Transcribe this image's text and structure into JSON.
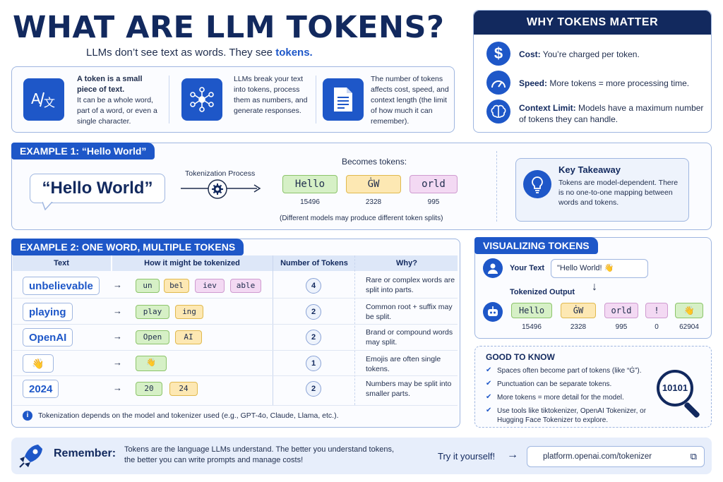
{
  "title": "WHAT ARE LLM TOKENS?",
  "subtitle": {
    "before": "LLMs don’t see text as words. They see ",
    "highlight": "tokens."
  },
  "intro": [
    {
      "icon": "translate-icon",
      "head": "A token is a small piece of text.",
      "body": "It can be a whole word, part of a word, or even a single character."
    },
    {
      "icon": "network-icon",
      "head": "",
      "body": "LLMs break your text into tokens, process them as numbers, and generate responses."
    },
    {
      "icon": "document-icon",
      "head": "",
      "body": "The number of tokens affects cost, speed, and context length (the limit of how much it can remember)."
    }
  ],
  "why": {
    "title": "WHY TOKENS MATTER",
    "items": [
      {
        "icon": "dollar-icon",
        "label": "Cost:",
        "text": "You’re charged per token."
      },
      {
        "icon": "speedometer-icon",
        "label": "Speed:",
        "text": "More tokens = more processing time."
      },
      {
        "icon": "brain-icon",
        "label": "Context Limit:",
        "text": "Models have a maximum number of tokens they can handle."
      }
    ]
  },
  "example1": {
    "tag": "EXAMPLE 1: “Hello World”",
    "input": "“Hello World”",
    "process_label": "Tokenization Process",
    "becomes": "Becomes tokens:",
    "tokens": [
      {
        "text": "Hello",
        "id": "15496",
        "color": "green"
      },
      {
        "text": "ĠW",
        "id": "2328",
        "color": "yellow"
      },
      {
        "text": "orld",
        "id": "995",
        "color": "pink"
      }
    ],
    "note": "(Different models may produce different token splits)",
    "takeaway_title": "Key Takeaway",
    "takeaway_text": "Tokens are model-dependent. There is no one-to-one mapping between words and tokens."
  },
  "example2": {
    "tag": "EXAMPLE 2: ONE WORD, MULTIPLE TOKENS",
    "headers": [
      "Text",
      "How it might be tokenized",
      "Number of Tokens",
      "Why?"
    ],
    "rows": [
      {
        "text": "unbelievable",
        "tokens": [
          "un",
          "bel",
          "iev",
          "able"
        ],
        "count": "4",
        "why": "Rare or complex words are split into parts."
      },
      {
        "text": "playing",
        "tokens": [
          "play",
          "ing"
        ],
        "count": "2",
        "why": "Common root + suffix may be split."
      },
      {
        "text": "OpenAI",
        "tokens": [
          "Open",
          "AI"
        ],
        "count": "2",
        "why": "Brand or compound words may split."
      },
      {
        "text": "👋",
        "tokens": [
          "👋"
        ],
        "count": "1",
        "why": "Emojis are often single tokens."
      },
      {
        "text": "2024",
        "tokens": [
          "20",
          "24"
        ],
        "count": "2",
        "why": "Numbers may be split into smaller parts."
      }
    ],
    "footnote": "Tokenization depends on the model and tokenizer used (e.g., GPT-4o, Claude, Llama, etc.)."
  },
  "visualizing": {
    "tag": "VISUALIZING TOKENS",
    "your_text_label": "Your Text",
    "your_text": "\"Hello World! 👋",
    "output_label": "Tokenized Output",
    "tokens": [
      {
        "text": "Hello",
        "id": "15496"
      },
      {
        "text": "ĠW",
        "id": "2328"
      },
      {
        "text": "orld",
        "id": "995"
      },
      {
        "text": "!",
        "id": "0"
      },
      {
        "text": "👋",
        "id": "62904"
      }
    ]
  },
  "good_to_know": {
    "title": "GOOD TO KNOW",
    "items": [
      "Spaces often become part of tokens (like “Ġ”).",
      "Punctuation can be separate tokens.",
      "More tokens = more detail for the model.",
      "Use tools like tiktokenizer, OpenAI Tokenizer, or Hugging Face Tokenizer to explore."
    ],
    "badge": "10101"
  },
  "footer": {
    "remember": "Remember:",
    "text": "Tokens are the language LLMs understand. The better you understand tokens, the better you can write prompts and manage costs!",
    "try": "Try it yourself!",
    "link": "platform.openai.com/tokenizer"
  }
}
